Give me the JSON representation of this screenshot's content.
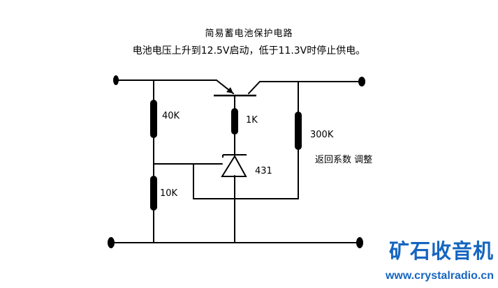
{
  "title": "简易蓄电池保护电路",
  "subtitle": "电池电压上升到12.5V启动，低于11.3V时停止供电。",
  "components": {
    "r1": "40K",
    "r2": "10K",
    "r3": "1K",
    "r4": "300K",
    "regulator": "431",
    "note": "返回系数 调整"
  },
  "watermark": {
    "brand": "矿石收音机",
    "url": "www.crystalradio.cn"
  },
  "colors": {
    "line": "#000000",
    "watermark": "#1565c0"
  }
}
